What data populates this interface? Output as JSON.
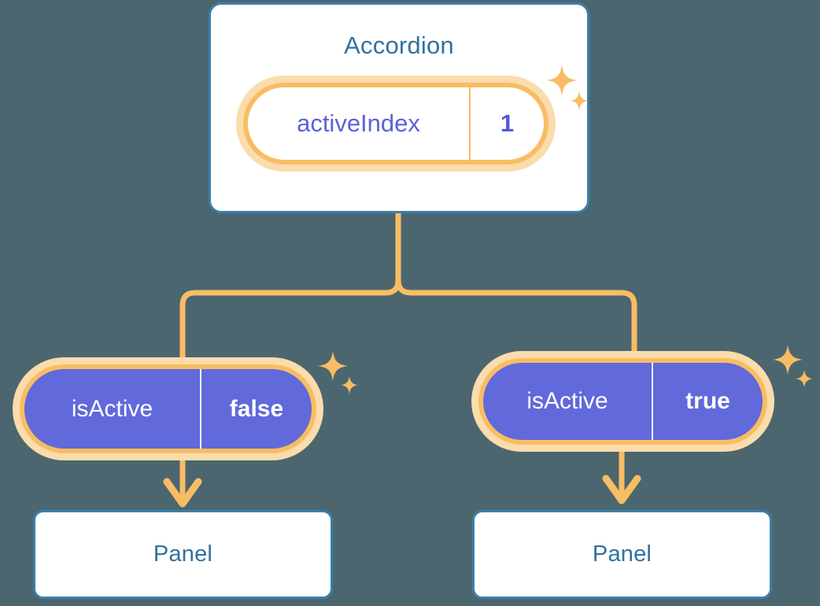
{
  "theme": {
    "background": "#4c666f",
    "card_bg": "#ffffff",
    "card_border": "#3b7fab",
    "title_text": "#31719f",
    "accent_orange": "#f8bd63",
    "accent_orange_soft": "#fbdcac",
    "state_purple": "#6169db",
    "state_value_text": "#5159d4",
    "state_key_text": "#5b62d9",
    "on_purple_text": "#ffffff"
  },
  "diagram": {
    "type": "component-state-tree",
    "root": {
      "name": "root-component",
      "title": "Accordion",
      "state": {
        "key": "activeIndex",
        "value": "1",
        "style": "outlined"
      }
    },
    "children": [
      {
        "name": "child-left",
        "state": {
          "key": "isActive",
          "value": "false",
          "style": "filled"
        },
        "component": {
          "title": "Panel"
        }
      },
      {
        "name": "child-right",
        "state": {
          "key": "isActive",
          "value": "true",
          "style": "filled"
        },
        "component": {
          "title": "Panel"
        }
      }
    ],
    "edges": [
      {
        "from": "root-component",
        "to": "child-left",
        "style": "fork"
      },
      {
        "from": "root-component",
        "to": "child-right",
        "style": "fork"
      },
      {
        "from": "child-left",
        "to": "panel-left",
        "style": "arrow"
      },
      {
        "from": "child-right",
        "to": "panel-right",
        "style": "arrow"
      }
    ],
    "decorations": [
      {
        "name": "sparkle-top-large"
      },
      {
        "name": "sparkle-top-small"
      },
      {
        "name": "sparkle-left-large"
      },
      {
        "name": "sparkle-left-small"
      },
      {
        "name": "sparkle-right-large"
      },
      {
        "name": "sparkle-right-small"
      }
    ]
  }
}
